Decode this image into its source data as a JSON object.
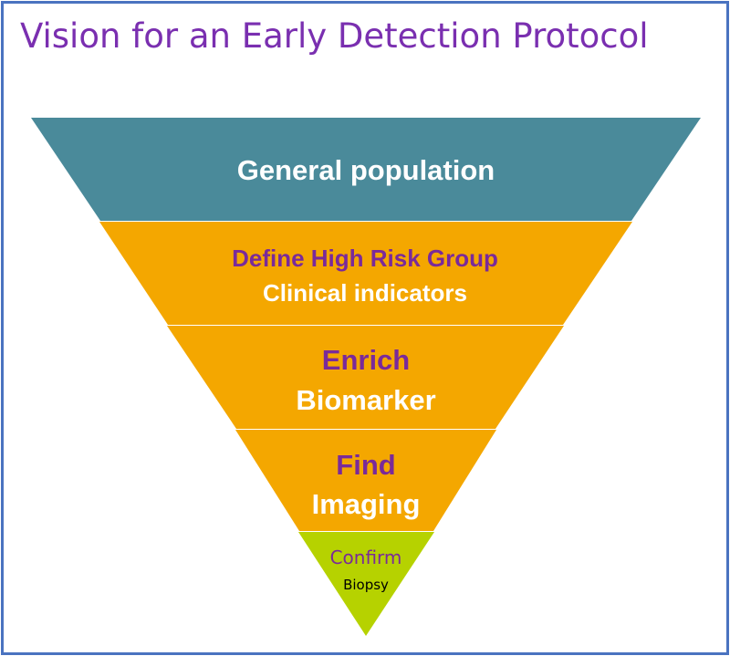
{
  "title": "Vision for an Early Detection Protocol",
  "tiers": [
    {
      "primary": "General population",
      "secondary": "",
      "colors": {
        "fill": "#4a8a9a",
        "primary": "#ffffff",
        "secondary": "#ffffff"
      }
    },
    {
      "primary": "Define High Risk Group",
      "secondary": "Clinical indicators",
      "colors": {
        "fill": "#f4a700",
        "primary": "#7a2a9a",
        "secondary": "#ffffff"
      }
    },
    {
      "primary": "Enrich",
      "secondary": "Biomarker",
      "colors": {
        "fill": "#f4a700",
        "primary": "#7a2a9a",
        "secondary": "#ffffff"
      }
    },
    {
      "primary": "Find",
      "secondary": "Imaging",
      "colors": {
        "fill": "#f4a700",
        "primary": "#7a2a9a",
        "secondary": "#ffffff"
      }
    },
    {
      "primary": "Confirm",
      "secondary": "Biopsy",
      "colors": {
        "fill": "#b6d200",
        "primary": "#7a2a9a",
        "secondary": "#000000"
      }
    }
  ],
  "colors": {
    "border": "#4a73c0",
    "title": "#7a2fb0",
    "separator": "#ffffff"
  }
}
